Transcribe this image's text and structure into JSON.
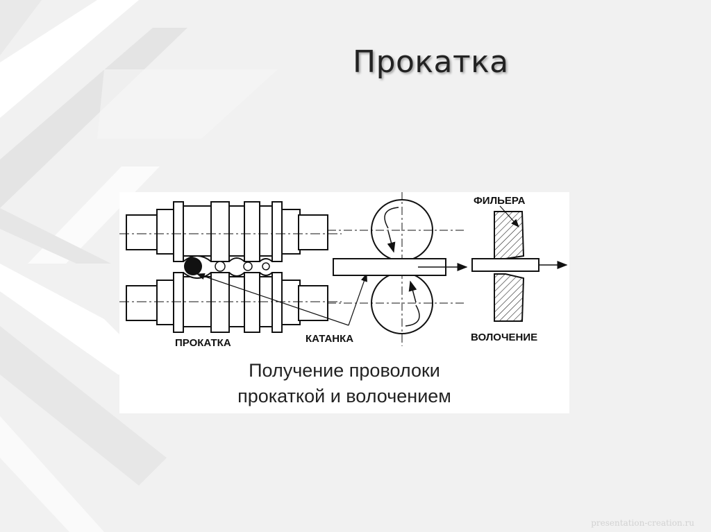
{
  "slide": {
    "title": "Прокатка",
    "watermark": "presentation-creation.ru"
  },
  "diagram": {
    "labels": {
      "rolling": "ПРОКАТКА",
      "rod": "КАТАНКА",
      "die": "ФИЛЬЕРА",
      "drawing": "ВОЛОЧЕНИЕ"
    },
    "caption_line1": "Получение проволоки",
    "caption_line2": "прокаткой и волочением"
  }
}
